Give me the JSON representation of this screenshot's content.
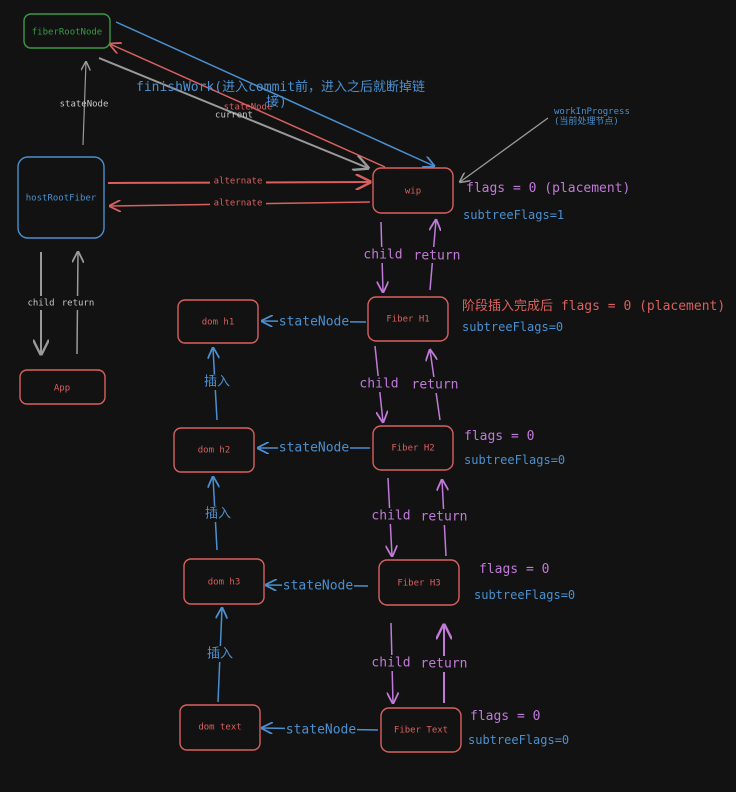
{
  "colors": {
    "background": "#121212",
    "red": "#d9605f",
    "green": "#3a9a48",
    "blue": "#4a90d0",
    "gray": "#9a9a9a",
    "purple": "#c07ad8"
  },
  "nodes": {
    "fiberRootNode": "fiberRootNode",
    "hostRootFiber": "hostRootFiber",
    "app": "App",
    "wip": "wip",
    "fiberH1": "Fiber H1",
    "fiberH2": "Fiber H2",
    "fiberH3": "Fiber H3",
    "fiberText": "Fiber Text",
    "domH1": "dom h1",
    "domH2": "dom h2",
    "domH3": "dom h3",
    "domText": "dom text"
  },
  "edges": {
    "rootStateNode": "stateNode",
    "finishWork_line1": "finishWork(进入commit前，进入之后就断掉链",
    "finishWork_line2": "接)",
    "wipStateNode": "stateNode",
    "current": "current",
    "alternateTo": "alternate",
    "alternateFrom": "alternate",
    "hostChild": "child",
    "hostReturn": "return",
    "child": "child",
    "return": "return",
    "stateNode": "stateNode",
    "insert": "插入"
  },
  "annotations": {
    "workInProgress_line1": "workInProgress",
    "workInProgress_line2": "(当前处理节点)",
    "wipFlags": "flags = 0 (placement)",
    "wipSubtree": "subtreeFlags=1",
    "h1Flags": "阶段插入完成后 flags = 0 (placement)",
    "h1Subtree": "subtreeFlags=0",
    "h2Flags": "flags = 0",
    "h2Subtree": "subtreeFlags=0",
    "h3Flags": "flags = 0",
    "h3Subtree": "subtreeFlags=0",
    "textFlags": "flags = 0",
    "textSubtree": "subtreeFlags=0"
  }
}
